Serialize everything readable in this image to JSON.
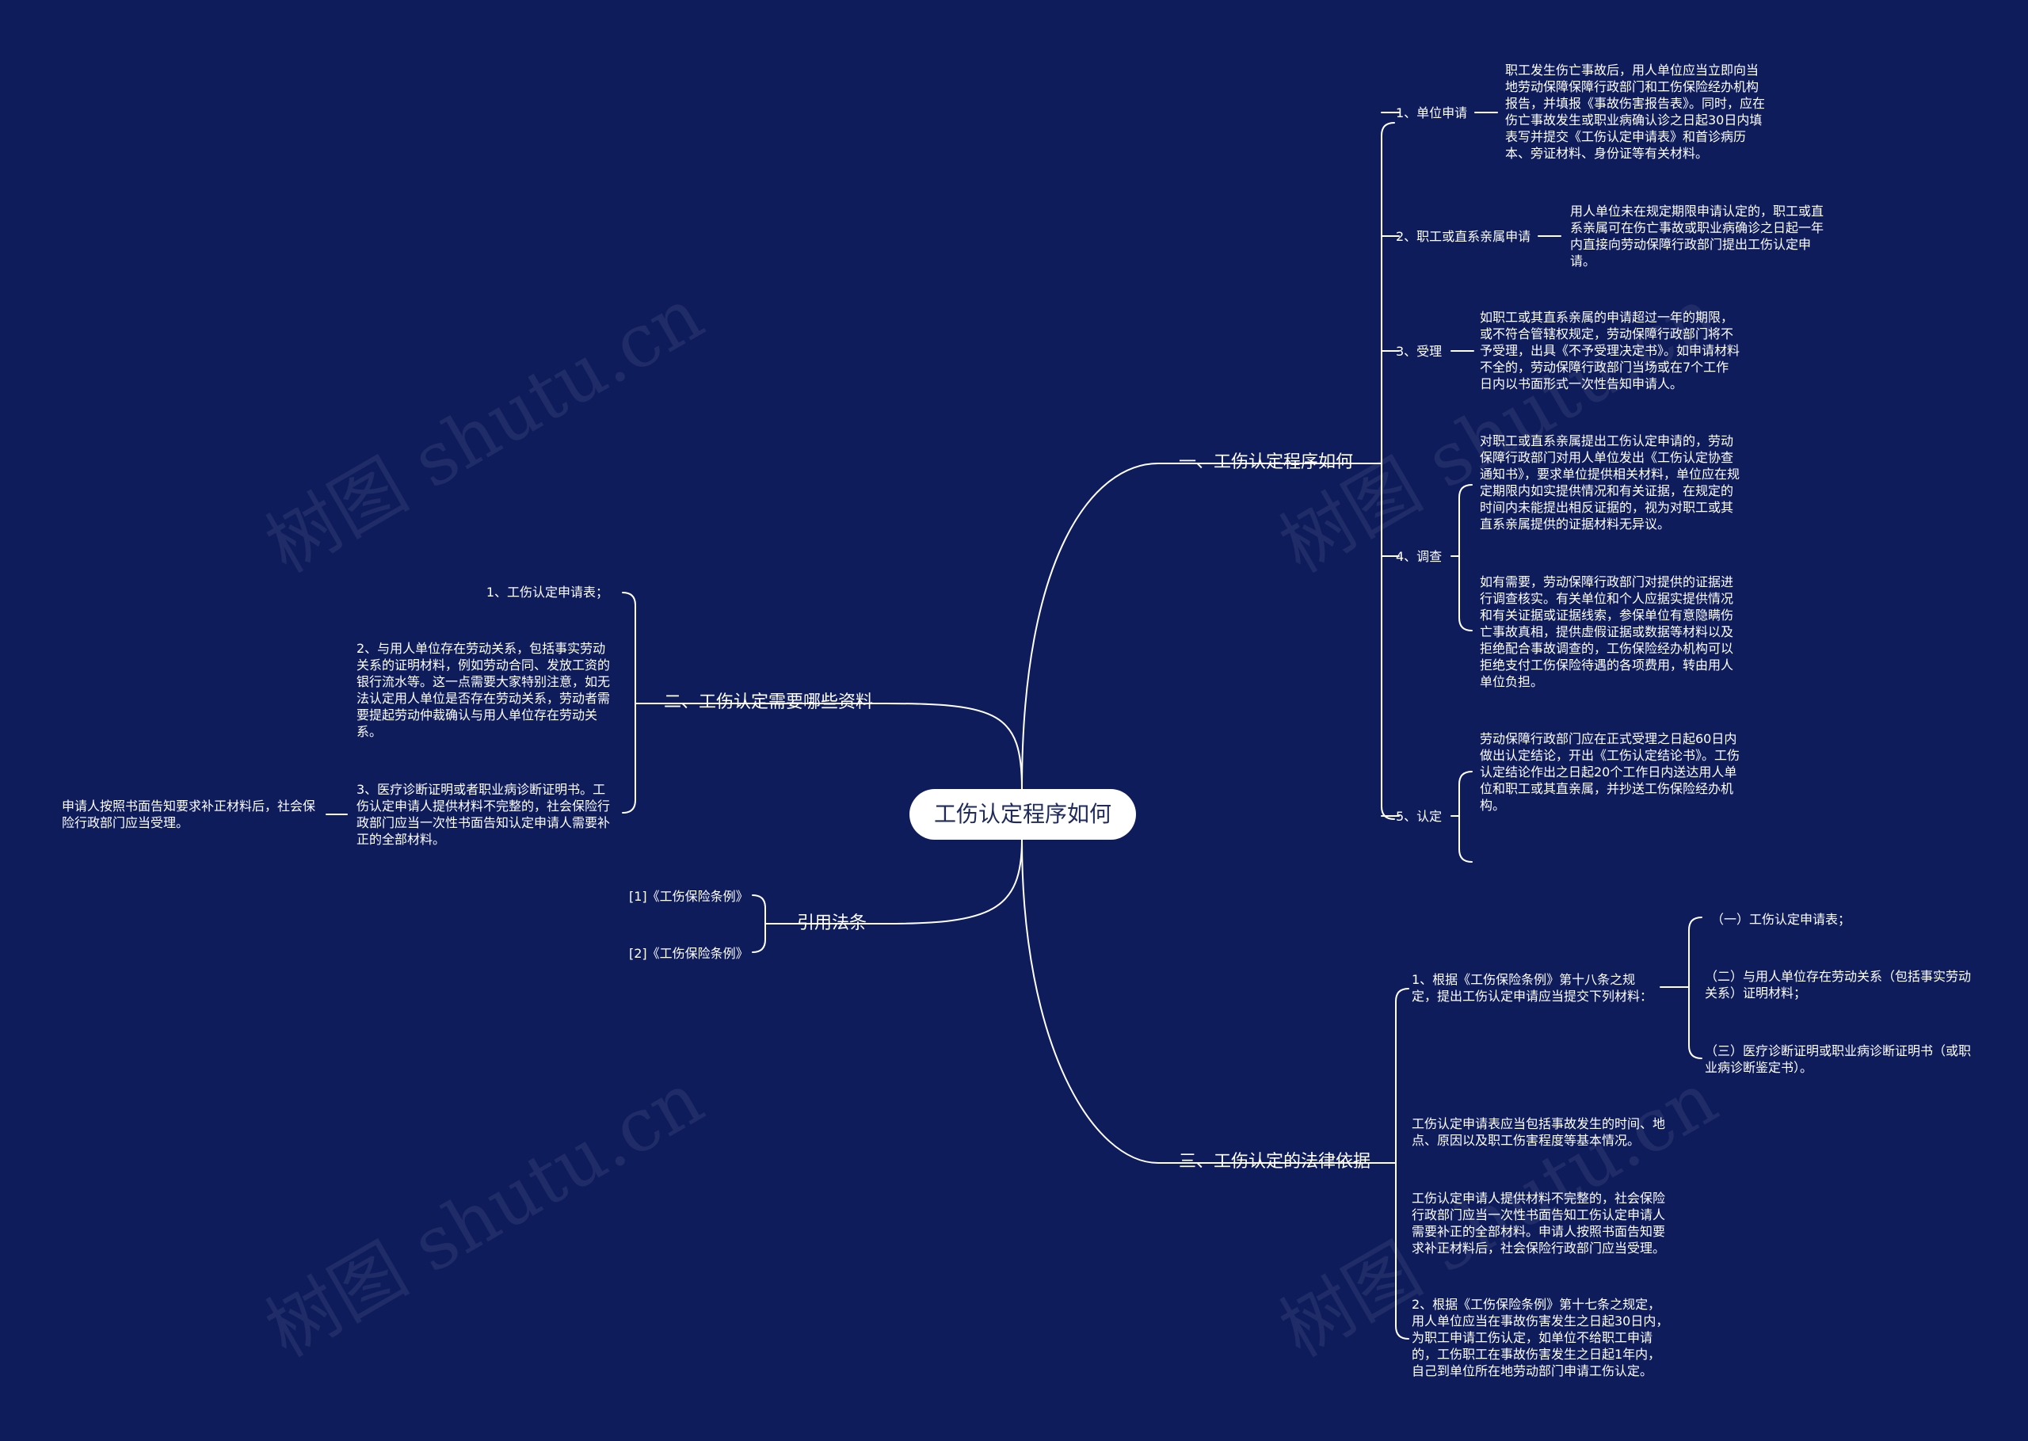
{
  "root": "工伤认定程序如何",
  "watermark": "树图 shutu.cn",
  "branch1": {
    "title": "一、工伤认定程序如何",
    "items": [
      {
        "label": "1、单位申请",
        "texts": [
          "职工发生伤亡事故后，用人单位应当立即向当地劳动保障保障行政部门和工伤保险经办机构报告，并填报《事故伤害报告表》。同时，应在伤亡事故发生或职业病确认诊之日起30日内填表写并提交《工伤认定申请表》和首诊病历本、旁证材料、身份证等有关材料。"
        ]
      },
      {
        "label": "2、职工或直系亲属申请",
        "texts": [
          "用人单位未在规定期限申请认定的，职工或直系亲属可在伤亡事故或职业病确诊之日起一年内直接向劳动保障行政部门提出工伤认定申请。"
        ]
      },
      {
        "label": "3、受理",
        "texts": [
          "如职工或其直系亲属的申请超过一年的期限，或不符合管辖权规定，劳动保障行政部门将不予受理，出具《不予受理决定书》。如申请材料不全的，劳动保障行政部门当场或在7个工作日内以书面形式一次性告知申请人。"
        ]
      },
      {
        "label": "4、调查",
        "texts": [
          "对职工或直系亲属提出工伤认定申请的，劳动保障行政部门对用人单位发出《工伤认定协查通知书》，要求单位提供相关材料，单位应在规定期限内如实提供情况和有关证据，在规定的时间内未能提出相反证据的，视为对职工或其直系亲属提供的证据材料无异议。",
          "如有需要，劳动保障行政部门对提供的证据进行调查核实。有关单位和个人应据实提供情况和有关证据或证据线索，参保单位有意隐瞒伤亡事故真相，提供虚假证据或数据等材料以及拒绝配合事故调查的，工伤保险经办机构可以拒绝支付工伤保险待遇的各项费用，转由用人单位负担。"
        ]
      },
      {
        "label": "5、认定",
        "texts": [
          "劳动保障行政部门应在正式受理之日起60日内做出认定结论，开出《工伤认定结论书》。工伤认定结论作出之日起20个工作日内送达用人单位和职工或其直亲属，并抄送工伤保险经办机构。"
        ]
      }
    ]
  },
  "branch2": {
    "title": "二、工伤认定需要哪些资料",
    "items": [
      "1、工伤认定申请表；",
      "2、与用人单位存在劳动关系，包括事实劳动关系的证明材料，例如劳动合同、发放工资的银行流水等。这一点需要大家特别注意，如无法认定用人单位是否存在劳动关系，劳动者需要提起劳动仲裁确认与用人单位存在劳动关系。",
      "3、医疗诊断证明或者职业病诊断证明书。工伤认定申请人提供材料不完整的，社会保险行政部门应当一次性书面告知认定申请人需要补正的全部材料。"
    ],
    "item3_child": "申请人按照书面告知要求补正材料后，社会保险行政部门应当受理。"
  },
  "branch3": {
    "title": "引用法条",
    "items": [
      "[1]《工伤保险条例》",
      "[2]《工伤保险条例》"
    ]
  },
  "branch4": {
    "title": "三、工伤认定的法律依据",
    "item1": "1、根据《工伤保险条例》第十八条之规定，提出工伤认定申请应当提交下列材料：",
    "item1_children": [
      "（一）工伤认定申请表；",
      "（二）与用人单位存在劳动关系（包括事实劳动关系）证明材料；",
      "（三）医疗诊断证明或职业病诊断证明书（或职业病诊断鉴定书）。"
    ],
    "item2": "工伤认定申请表应当包括事故发生的时间、地点、原因以及职工伤害程度等基本情况。",
    "item3": "工伤认定申请人提供材料不完整的，社会保险行政部门应当一次性书面告知工伤认定申请人需要补正的全部材料。申请人按照书面告知要求补正材料后，社会保险行政部门应当受理。",
    "item4": "2、根据《工伤保险条例》第十七条之规定，用人单位应当在事故伤害发生之日起30日内，为职工申请工伤认定，如单位不给职工申请的，工伤职工在事故伤害发生之日起1年内，自己到单位所在地劳动部门申请工伤认定。"
  }
}
